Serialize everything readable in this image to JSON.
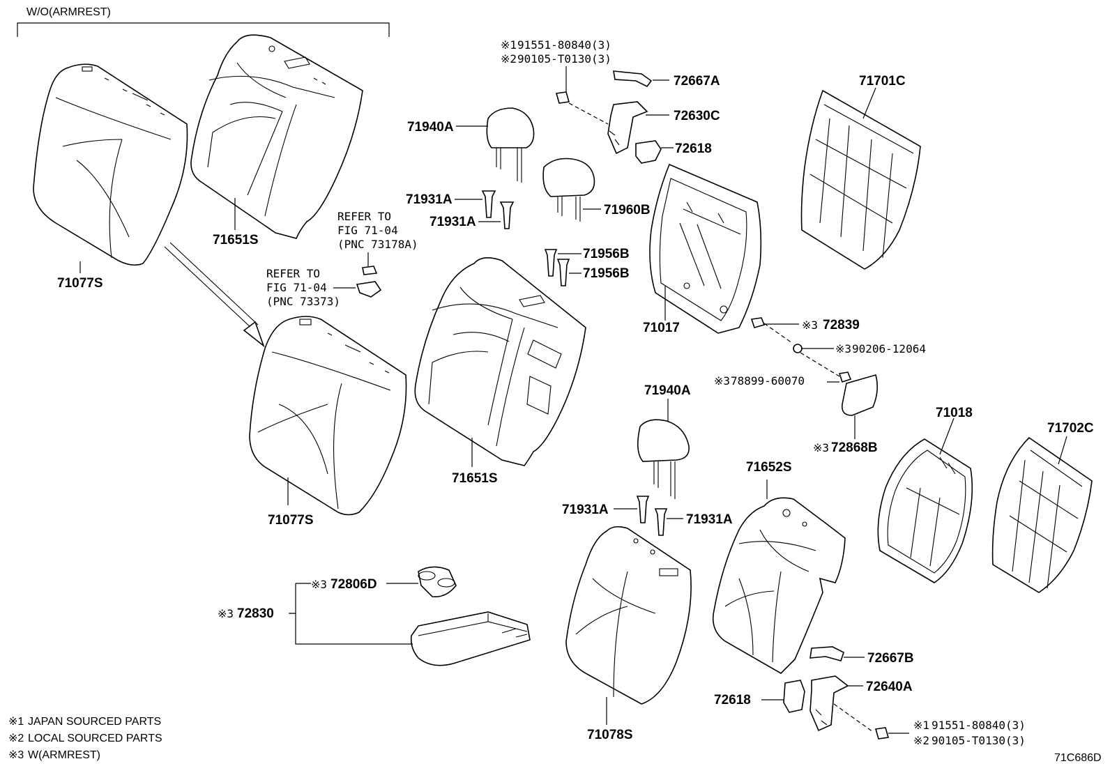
{
  "header": {
    "variant_label": "W/O(ARMREST)"
  },
  "parts": {
    "p71077S_top": "71077S",
    "p71651S_top": "71651S",
    "p71077S_mid": "71077S",
    "p71651S_mid": "71651S",
    "p71940A_top": "71940A",
    "p71931A_a": "71931A",
    "p71931A_b": "71931A",
    "p71960B": "71960B",
    "p71956B_a": "71956B",
    "p71956B_b": "71956B",
    "p72667A": "72667A",
    "p72630C": "72630C",
    "p72618_top": "72618",
    "p71017": "71017",
    "p71701C": "71701C",
    "p72839": "72839",
    "p90206": "90206-12064",
    "p78899": "78899-60070",
    "p72868B": "72868B",
    "p71940A_low": "71940A",
    "p71931A_c": "71931A",
    "p71931A_d": "71931A",
    "p71018": "71018",
    "p71702C": "71702C",
    "p71652S": "71652S",
    "p72806D": "72806D",
    "p72830": "72830",
    "p72667B": "72667B",
    "p72618_low": "72618",
    "p72640A": "72640A",
    "p71078S": "71078S"
  },
  "marks": {
    "m1": "※1",
    "m2": "※2",
    "m3": "※3"
  },
  "fasteners_top": [
    {
      "mark": "※1",
      "text": "91551-80840(3)"
    },
    {
      "mark": "※2",
      "text": "90105-T0130(3)"
    }
  ],
  "fasteners_bottom": [
    {
      "mark": "※1",
      "text": "91551-80840(3)"
    },
    {
      "mark": "※2",
      "text": "90105-T0130(3)"
    }
  ],
  "refers": {
    "refer_a_line1": "REFER TO",
    "refer_a_line2": "FIG 71-04",
    "refer_a_line3": "(PNC 73178A)",
    "refer_b_line1": "REFER TO",
    "refer_b_line2": "FIG 71-04",
    "refer_b_line3": "(PNC 73373)"
  },
  "legend": [
    {
      "mark": "※1",
      "text": "JAPAN SOURCED PARTS"
    },
    {
      "mark": "※2",
      "text": "LOCAL SOURCED PARTS"
    },
    {
      "mark": "※3",
      "text": "W(ARMREST)"
    }
  ],
  "diagram_code": "71C686D"
}
